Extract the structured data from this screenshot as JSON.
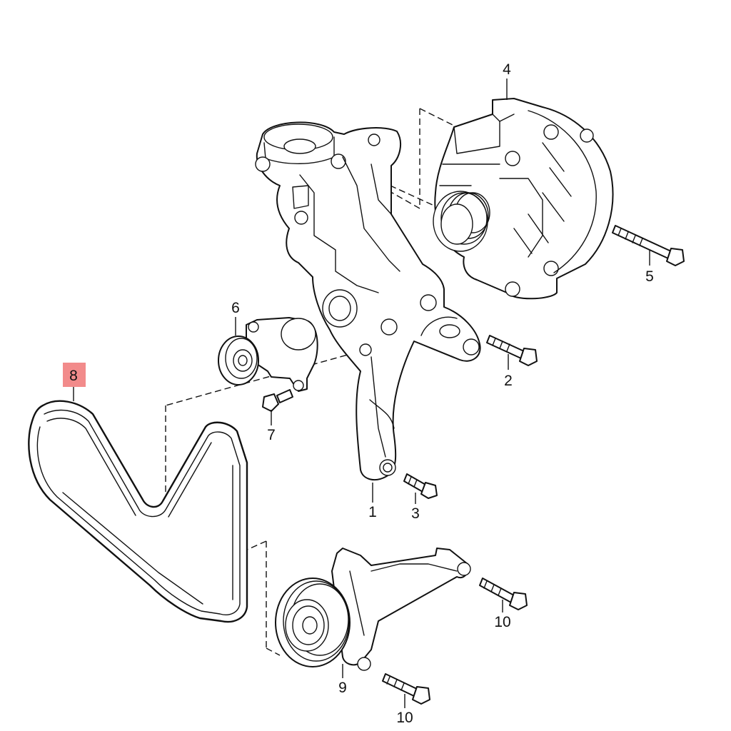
{
  "highlight_color": "#f28b8b",
  "callouts": {
    "c1": "1",
    "c2": "2",
    "c3": "3",
    "c4": "4",
    "c5": "5",
    "c6": "6",
    "c7": "7",
    "c8": "8",
    "c9": "9",
    "c10a": "10",
    "c10b": "10"
  },
  "highlighted_callout": "8"
}
